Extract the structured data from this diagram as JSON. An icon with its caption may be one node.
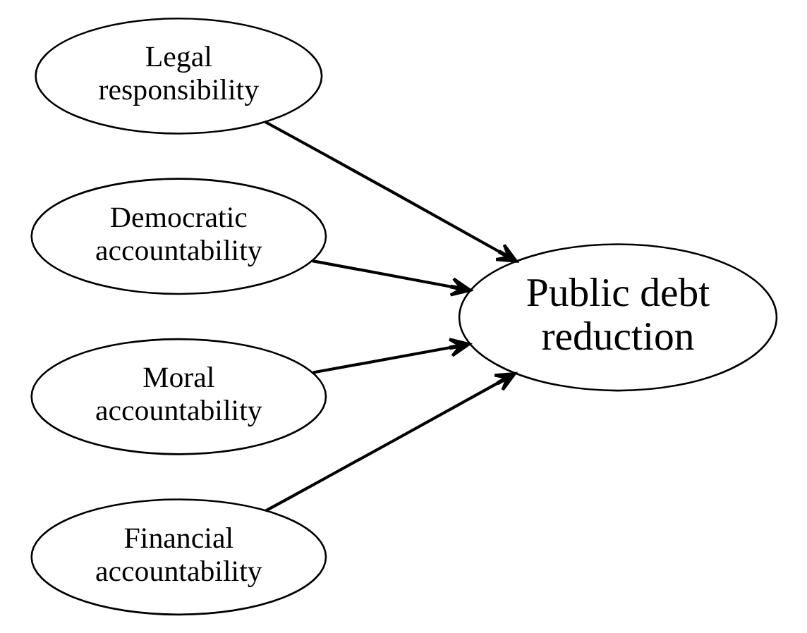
{
  "diagram": {
    "nodes": [
      {
        "text": [
          "Legal responsibility"
        ]
      },
      {
        "text": [
          "Democratic accountability"
        ]
      },
      {
        "text": [
          "Moral accountability"
        ]
      },
      {
        "text": [
          "Financial accountability"
        ]
      },
      {
        "text": [
          "Public debt reduction"
        ]
      }
    ],
    "edges": [
      {
        "from": 0,
        "to": 4,
        "arrow": "to"
      },
      {
        "from": 1,
        "to": 4,
        "arrow": "to"
      },
      {
        "from": 2,
        "to": 4,
        "arrow": "to"
      },
      {
        "from": 3,
        "to": 4,
        "arrow": "to"
      }
    ]
  }
}
